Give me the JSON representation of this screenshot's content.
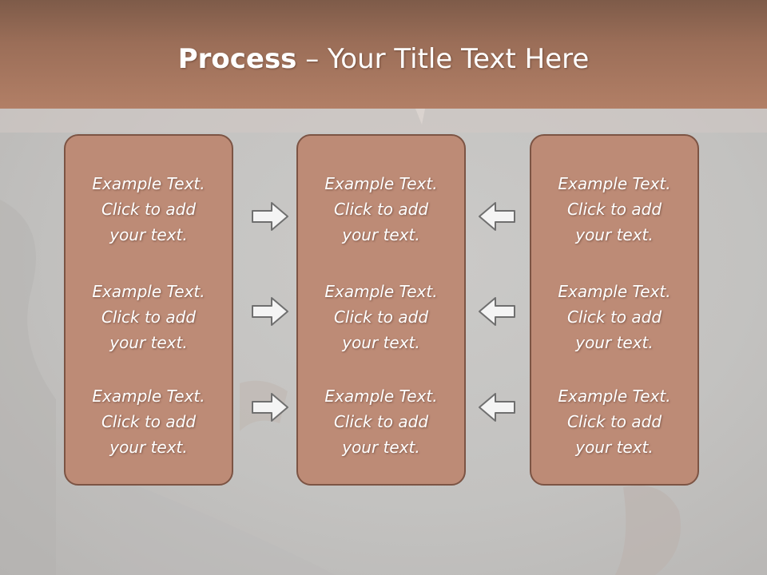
{
  "slide": {
    "title_bold": "Process",
    "title_rest": " – Your Title Text Here",
    "colors": {
      "header": "#a97862",
      "box_fill": "#bd8b76",
      "box_border": "#7c5444",
      "arrow_fill": "#f4f4f4",
      "arrow_stroke": "#6f6f6f"
    }
  },
  "columns": [
    {
      "items": [
        {
          "l1": "Example Text.",
          "l2": "Click  to add",
          "l3": "your text."
        },
        {
          "l1": "Example Text.",
          "l2": "Click  to add",
          "l3": "your text."
        },
        {
          "l1": "Example Text.",
          "l2": "Click  to add",
          "l3": "your text."
        }
      ]
    },
    {
      "items": [
        {
          "l1": "Example Text.",
          "l2": "Click  to add",
          "l3": "your text."
        },
        {
          "l1": "Example Text.",
          "l2": "Click  to add",
          "l3": "your text."
        },
        {
          "l1": "Example Text.",
          "l2": "Click  to add",
          "l3": "your text."
        }
      ]
    },
    {
      "items": [
        {
          "l1": "Example Text.",
          "l2": "Click  to add",
          "l3": "your text."
        },
        {
          "l1": "Example Text.",
          "l2": "Click  to add",
          "l3": "your text."
        },
        {
          "l1": "Example Text.",
          "l2": "Click  to add",
          "l3": "your text."
        }
      ]
    }
  ],
  "arrows": {
    "left_group": [
      "arrow-right-icon",
      "arrow-right-icon",
      "arrow-right-icon"
    ],
    "right_group": [
      "arrow-left-icon",
      "arrow-left-icon",
      "arrow-left-icon"
    ]
  }
}
